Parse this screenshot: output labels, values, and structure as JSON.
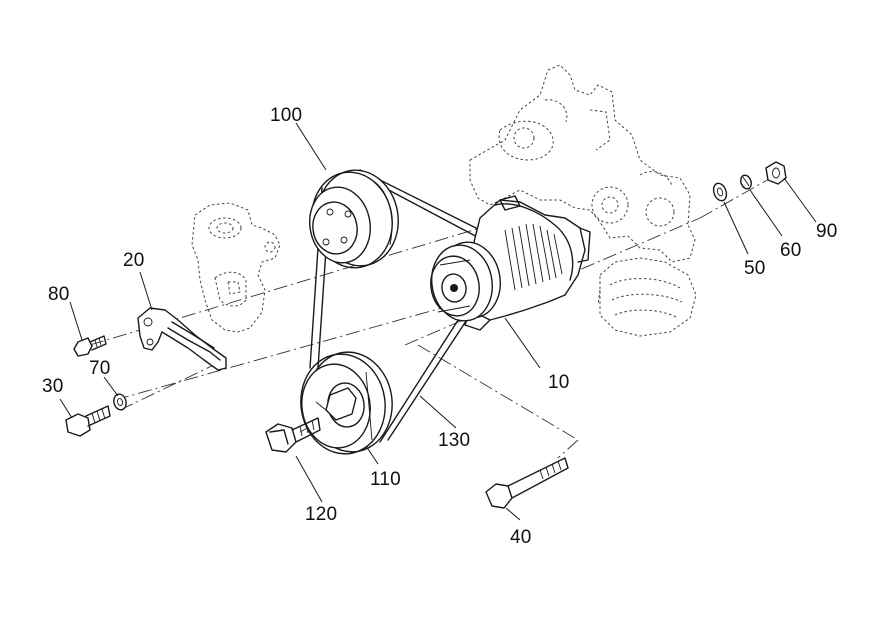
{
  "diagram": {
    "parts": [
      {
        "id": "p10",
        "label": "10"
      },
      {
        "id": "p20",
        "label": "20"
      },
      {
        "id": "p30",
        "label": "30"
      },
      {
        "id": "p40",
        "label": "40"
      },
      {
        "id": "p50",
        "label": "50"
      },
      {
        "id": "p60",
        "label": "60"
      },
      {
        "id": "p70",
        "label": "70"
      },
      {
        "id": "p80",
        "label": "80"
      },
      {
        "id": "p90",
        "label": "90"
      },
      {
        "id": "p100",
        "label": "100"
      },
      {
        "id": "p110",
        "label": "110"
      },
      {
        "id": "p120",
        "label": "120"
      },
      {
        "id": "p130",
        "label": "130"
      }
    ]
  }
}
